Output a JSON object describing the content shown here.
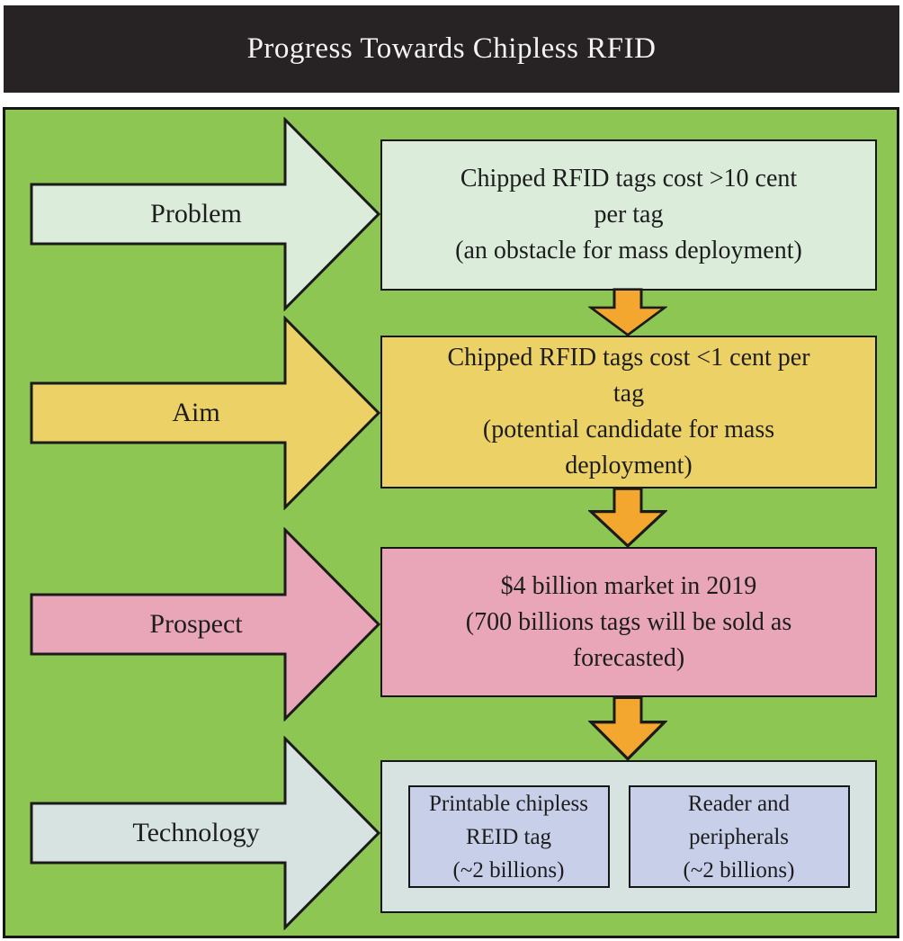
{
  "title": "Progress Towards Chipless RFID",
  "colors": {
    "titlebar": "#272324",
    "panelgreen": "#8dc653",
    "mint": "#dbecdb",
    "yellow": "#ecd166",
    "pink": "#e9a6b8",
    "paleblue": "#d7e3e0",
    "lavender": "#c7cfe9",
    "orange": "#f3a72f"
  },
  "rows": [
    {
      "label": "Problem",
      "box_lines": [
        "Chipped RFID tags cost >10 cent",
        "per tag",
        "(an obstacle for mass deployment)"
      ]
    },
    {
      "label": "Aim",
      "box_lines": [
        "Chipped RFID tags cost <1 cent per",
        "tag",
        "(potential candidate for mass",
        "deployment)"
      ]
    },
    {
      "label": "Prospect",
      "box_lines": [
        "$4 billion market in 2019",
        "(700 billions tags will be sold as",
        "forecasted)"
      ]
    },
    {
      "label": "Technology",
      "tech_boxes": [
        {
          "lines": [
            "Printable chipless",
            "REID tag",
            "(~2 billions)"
          ]
        },
        {
          "lines": [
            "Reader and",
            "peripherals",
            "(~2 billions)"
          ]
        }
      ]
    }
  ]
}
